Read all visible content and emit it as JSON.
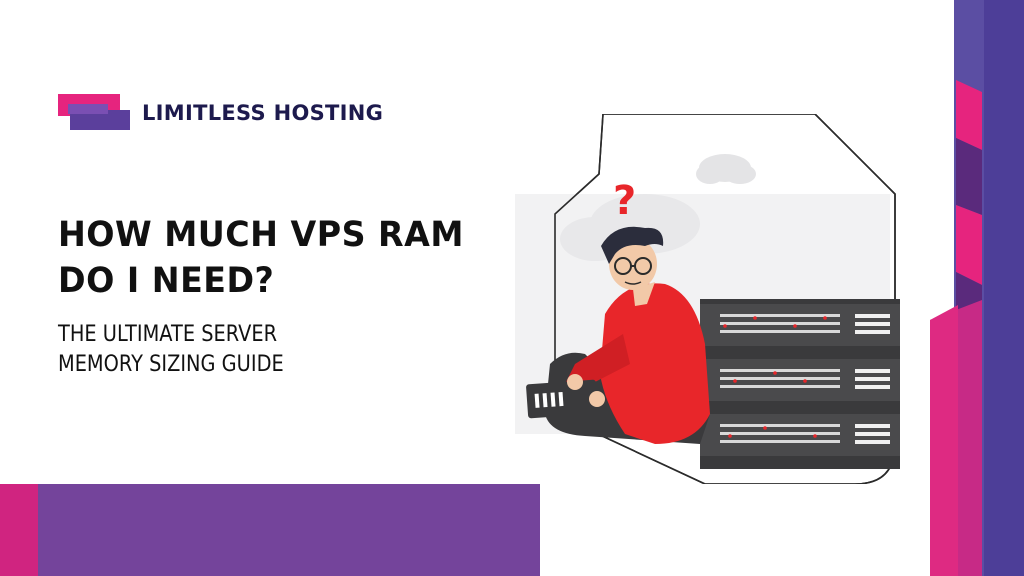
{
  "brand": {
    "name": "LIMITLESS HOSTING",
    "logo_icon": "limitless-hosting-logo-icon"
  },
  "headline": {
    "line1": "HOW MUCH VPS RAM",
    "line2": "DO I NEED?"
  },
  "subheadline": {
    "line1": "THE ULTIMATE SERVER",
    "line2": "MEMORY SIZING GUIDE"
  },
  "illustration": {
    "question_mark": "?",
    "icons": [
      "cloud-icon",
      "question-mark-icon",
      "server-rack-icon",
      "person-with-laptop-icon"
    ]
  },
  "colors": {
    "brand_text": "#1d1a4d",
    "pink": "#e6247e",
    "purple": "#5b3f9c",
    "violet": "#74449b",
    "hoodie_red": "#e8262a",
    "server_dark": "#3a3a3c"
  }
}
